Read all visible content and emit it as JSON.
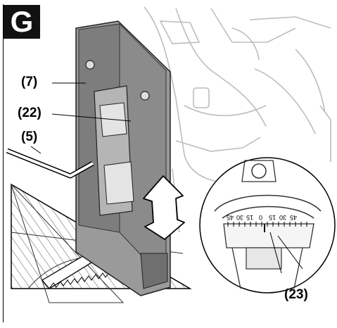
{
  "figure": {
    "badge": "G",
    "callouts": {
      "c7": "(7)",
      "c22": "(22)",
      "c5": "(5)",
      "c23": "(23)"
    },
    "scale_marks": [
      "45",
      "30",
      "15",
      "0",
      "15",
      "30",
      "45"
    ]
  }
}
